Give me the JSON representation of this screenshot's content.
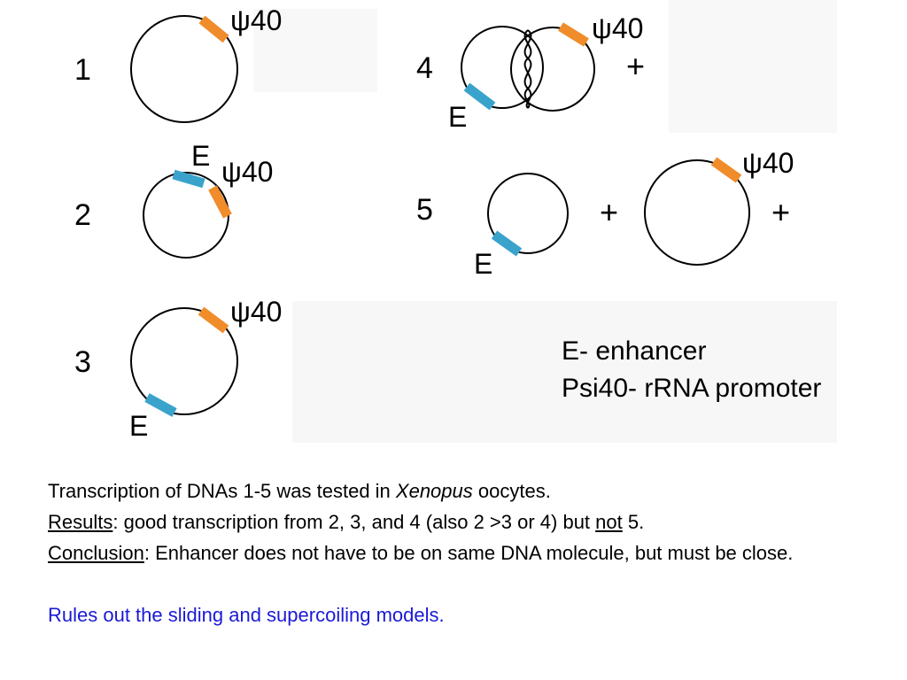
{
  "diagram": {
    "constructs": [
      {
        "number": "1",
        "promoter_label": "ψ40"
      },
      {
        "number": "2",
        "enhancer_label": "E",
        "promoter_label": "ψ40"
      },
      {
        "number": "3",
        "enhancer_label": "E",
        "promoter_label": "ψ40"
      },
      {
        "number": "4",
        "enhancer_label": "E",
        "promoter_label": "ψ40",
        "result": "+"
      },
      {
        "number": "5",
        "enhancer_label": "E",
        "plus_between": "+",
        "promoter_label": "ψ40",
        "result": "+"
      }
    ],
    "colors": {
      "enhancer": "#3aa3cc",
      "promoter": "#f08c2a",
      "panel_bg": "#f6f6f6"
    }
  },
  "legend": {
    "line1": "E- enhancer",
    "line2": "Psi40- rRNA promoter"
  },
  "caption": {
    "line1_pre": "Transcription of DNAs 1-5 was tested in ",
    "line1_italic": "Xenopus",
    "line1_post": " oocytes.",
    "results_label": "Results",
    "results_pre": ": good transcription from 2, 3, and 4 (also 2 >3 or 4) but ",
    "results_not": "not",
    "results_post": " 5.",
    "conclusion_label": "Conclusion",
    "conclusion_text": ": Enhancer does not have to be on same DNA molecule, but must be close.",
    "blue_line": "Rules out the sliding and supercoiling models."
  }
}
